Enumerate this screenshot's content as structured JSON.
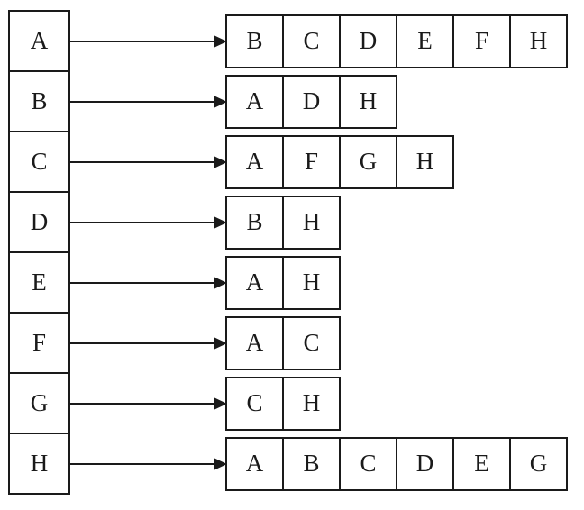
{
  "diagram": {
    "type": "adjacency-list",
    "colors": {
      "stroke": "#1a1a1a",
      "background": "#ffffff"
    },
    "layout": {
      "node_box_top_start": 11,
      "node_box_pitch": 67
    },
    "nodes": [
      {
        "label": "A",
        "neighbors": [
          "B",
          "C",
          "D",
          "E",
          "F",
          "H"
        ]
      },
      {
        "label": "B",
        "neighbors": [
          "A",
          "D",
          "H"
        ]
      },
      {
        "label": "C",
        "neighbors": [
          "A",
          "F",
          "G",
          "H"
        ]
      },
      {
        "label": "D",
        "neighbors": [
          "B",
          "H"
        ]
      },
      {
        "label": "E",
        "neighbors": [
          "A",
          "H"
        ]
      },
      {
        "label": "F",
        "neighbors": [
          "A",
          "C"
        ]
      },
      {
        "label": "G",
        "neighbors": [
          "C",
          "H"
        ]
      },
      {
        "label": "H",
        "neighbors": [
          "A",
          "B",
          "C",
          "D",
          "E",
          "G"
        ]
      }
    ]
  }
}
